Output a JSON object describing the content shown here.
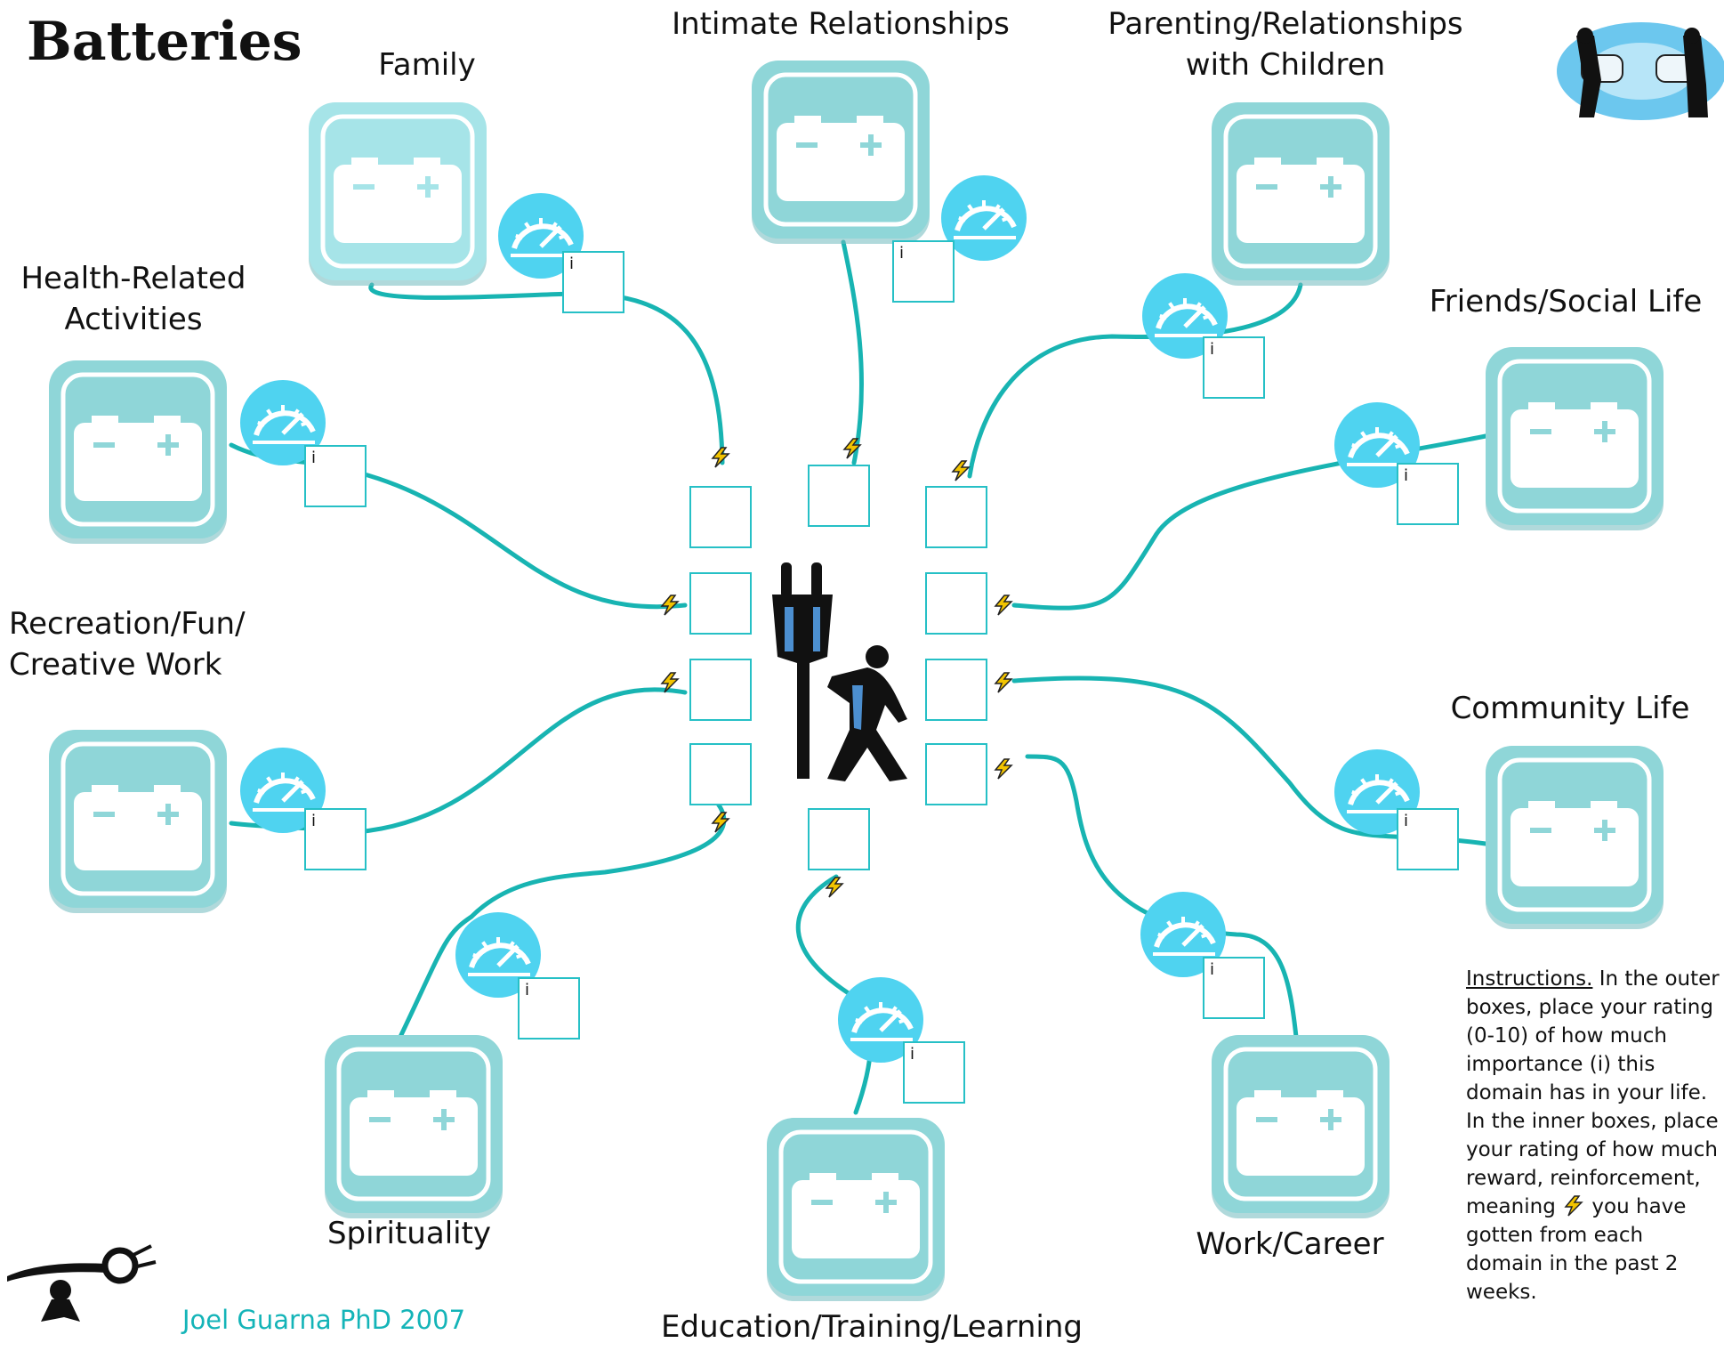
{
  "title": "Batteries",
  "domains": [
    {
      "id": "family",
      "label": "Family"
    },
    {
      "id": "intimate",
      "label": "Intimate Relationships"
    },
    {
      "id": "parenting",
      "label": "Parenting/Relationships\nwith Children"
    },
    {
      "id": "friends",
      "label": "Friends/Social Life"
    },
    {
      "id": "health",
      "label": "Health-Related\nActivities"
    },
    {
      "id": "recreation",
      "label": "Recreation/Fun/\nCreative Work"
    },
    {
      "id": "community",
      "label": "Community Life"
    },
    {
      "id": "spirituality",
      "label": "Spirituality"
    },
    {
      "id": "education",
      "label": "Education/Training/Learning"
    },
    {
      "id": "work",
      "label": "Work/Career"
    }
  ],
  "importance_marker": "i",
  "instructions": {
    "heading": "Instructions.",
    "body_part1": "In the outer boxes, place your rating (0-10) of how much importance (i) this domain has in your life. In the inner boxes, place your rating of how much reward, reinforcement, meaning",
    "body_part2": "you have gotten from each domain in the past 2 weeks."
  },
  "credit": "Joel Guarna PhD 2007",
  "colors": {
    "battery_fill": "#8fd6d8",
    "battery_light": "#a6e4e8",
    "cable": "#18b4b2",
    "gauge": "#4fd3f0",
    "box_border": "#26c0c6",
    "bolt": "#f2c400",
    "credit_text": "#14b4b8"
  },
  "icons": [
    "battery-icon",
    "gauge-icon",
    "lightning-bolt-icon",
    "plug-figure-icon",
    "strongman-plug-logo",
    "plug-people-clipart"
  ]
}
